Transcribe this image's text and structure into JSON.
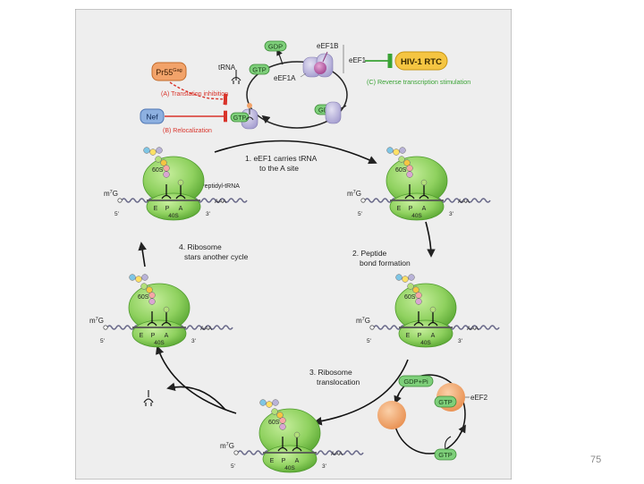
{
  "slide_number": "75",
  "top_cycle": {
    "gdp_top": "GDP",
    "eef1b": "eEF1B",
    "eef1": "eEF1",
    "hiv_rtc": "HIV-1 RTC",
    "reverse_transcription": "(C) Reverse transcription stimulation",
    "trna": "tRNA",
    "gtp_top": "GTP",
    "eef1a": "eEF1A",
    "gdp_right": "GDP",
    "gtp_left": "GTP",
    "pr55_main": "Pr55",
    "pr55_sup": "Gag",
    "translation_inhibition": "(A) Translation inhibition",
    "nef": "Nef",
    "relocalization": "(B) Relocalization"
  },
  "steps": {
    "step1_line1": "1. eEF1 carries tRNA",
    "step1_line2": "to the A site",
    "step2_line1": "2. Peptide",
    "step2_line2": "bond formation",
    "step3_line1": "3. Ribosome",
    "step3_line2": "translocation",
    "step4_line1": "4. Ribosome",
    "step4_line2": "stars another cycle"
  },
  "ribosome": {
    "large_subunit": "60S",
    "small_subunit": "40S",
    "cap": "m7G",
    "polya": "AAA",
    "five_prime": "5'",
    "three_prime": "3'",
    "site_e": "E",
    "site_p": "P",
    "site_a": "A",
    "peptidyl_trna": "Peptidyl-tRNA"
  },
  "eef2_cycle": {
    "gdp_pi": "GDP+Pi",
    "gtp": "GTP",
    "eef2": "eEF2",
    "gtp_bottom": "GTP"
  },
  "colors": {
    "ribosome_green": "#8fd15f",
    "ribosome_dark": "#4e9a2c",
    "pill_green": "#7ecf7a",
    "protein_lilac": "#b9b3d8",
    "eef2_orange": "#f2a36a",
    "hiv_yellow": "#f5c542",
    "inhibit_red": "#d9342b",
    "activate_green": "#3aa335",
    "panel_gray": "#eeeeee"
  }
}
